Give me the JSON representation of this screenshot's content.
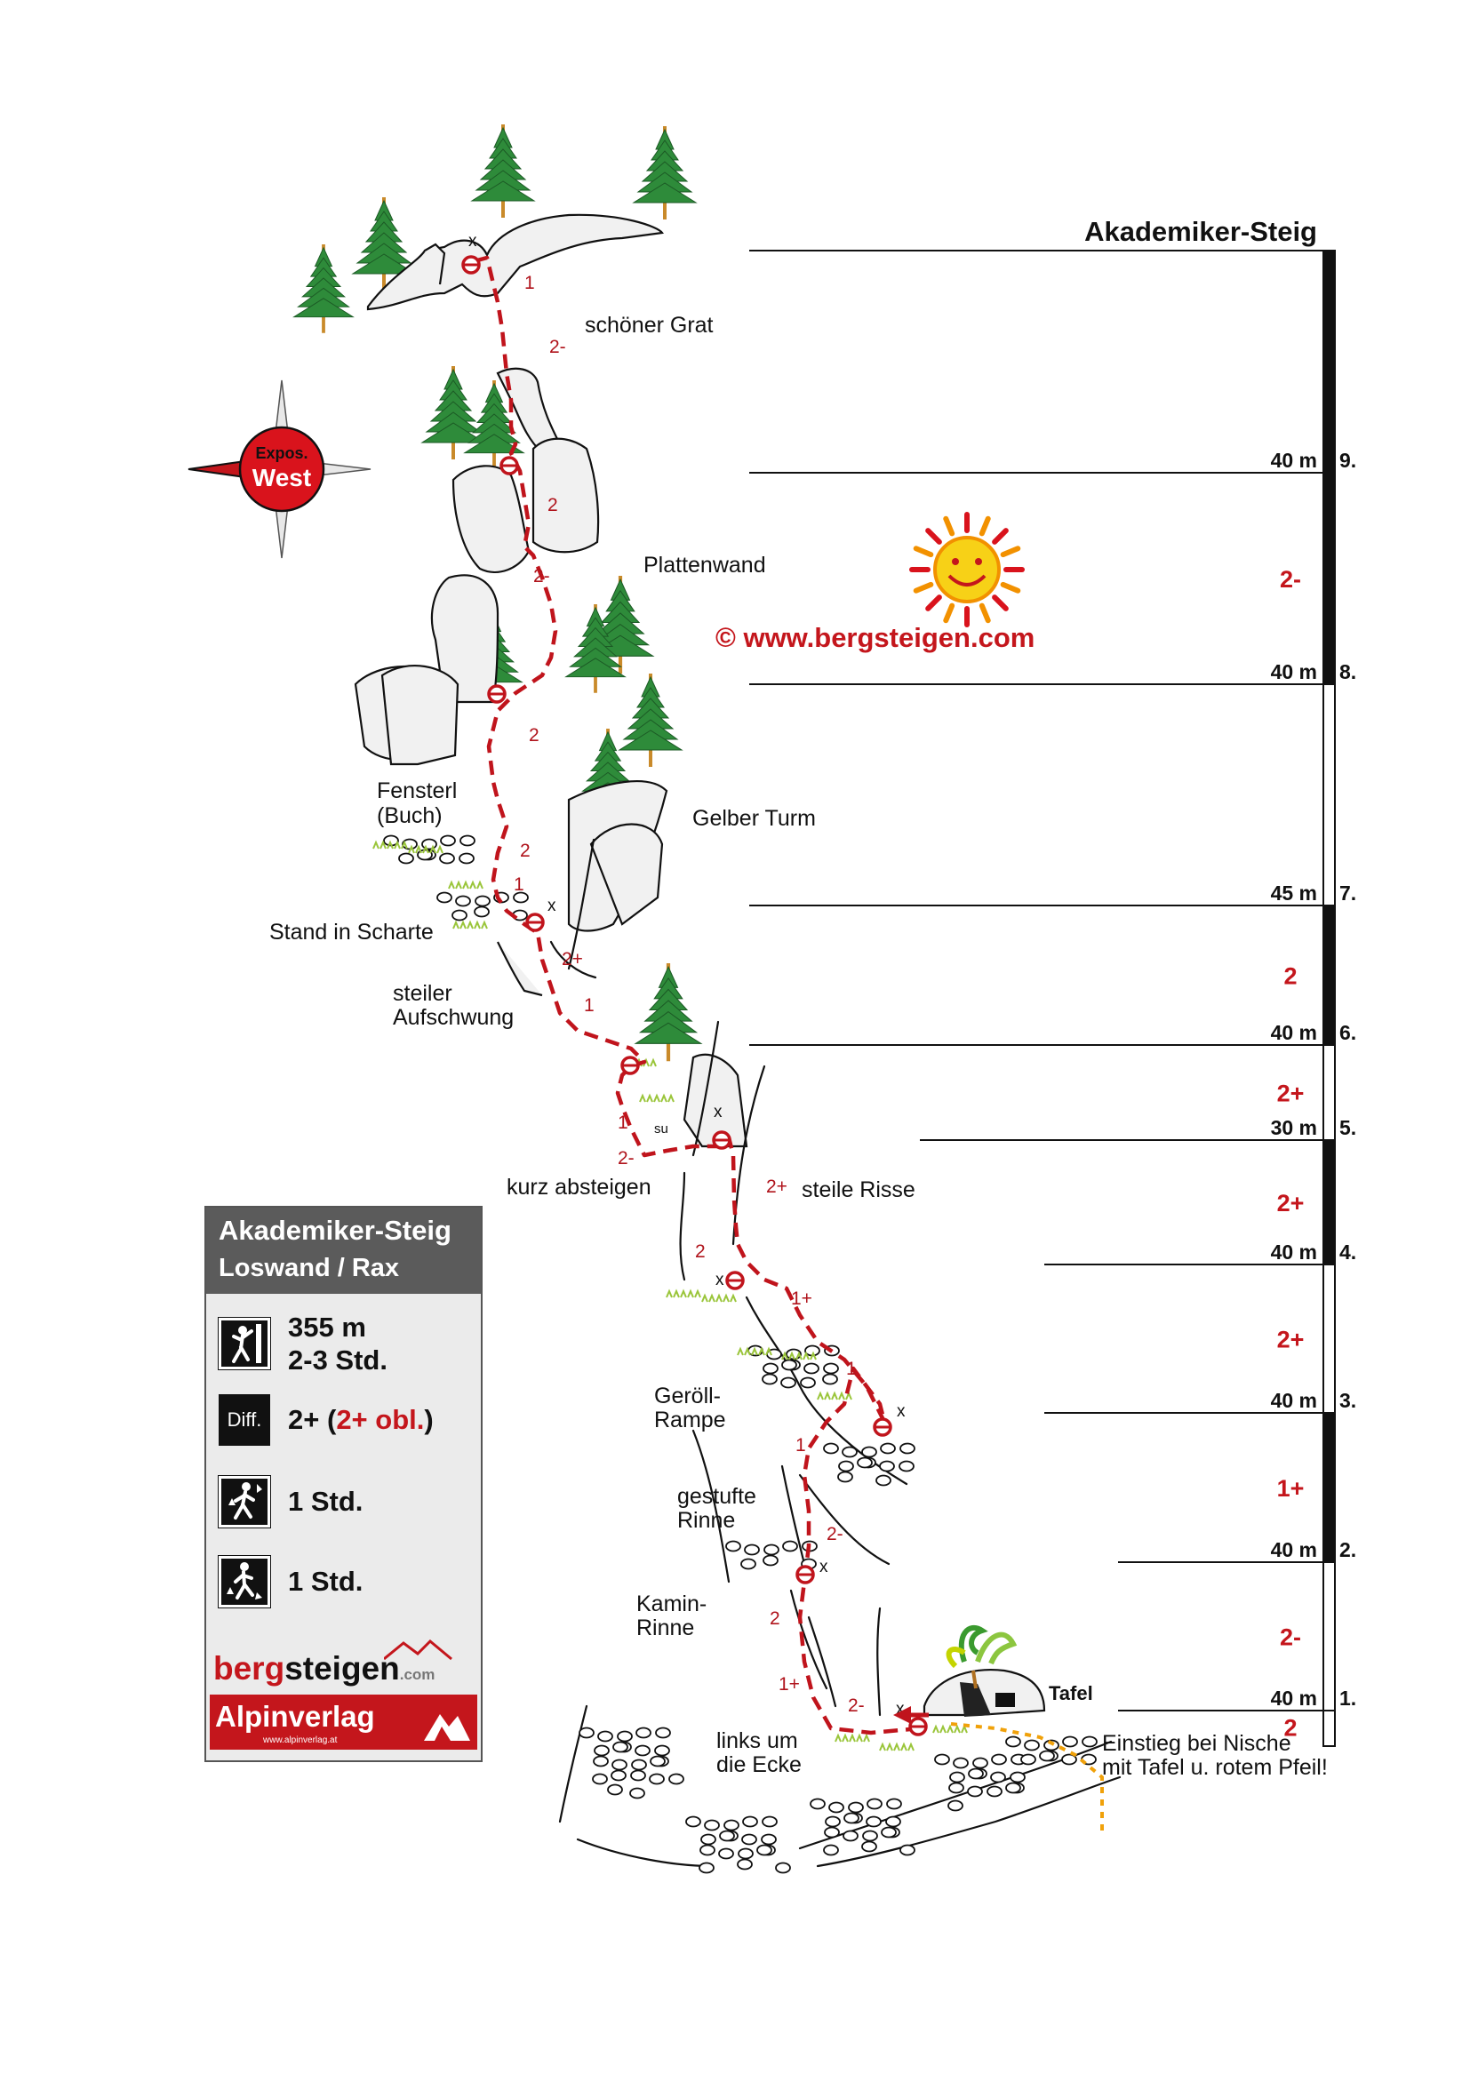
{
  "route_name": "Akademiker-Steig",
  "copyright": "© www.bergsteigen.com",
  "exposure": {
    "label": "Expos.",
    "value": "West"
  },
  "features": {
    "grat": "schöner Grat",
    "plattenwand": "Plattenwand",
    "fensterl_1": "Fensterl",
    "fensterl_2": "(Buch)",
    "gelber_turm": "Gelber Turm",
    "scharte": "Stand in Scharte",
    "aufschwung_1": "steiler",
    "aufschwung_2": "Aufschwung",
    "absteigen": "kurz absteigen",
    "risse": "steile Risse",
    "rampe_1": "Geröll-",
    "rampe_2": "Rampe",
    "rinne_1": "gestufte",
    "rinne_2": "Rinne",
    "kamin_1": "Kamin-",
    "kamin_2": "Rinne",
    "ecke_1": "links um",
    "ecke_2": "die Ecke",
    "tafel": "Tafel",
    "einstieg_1": "Einstieg bei Nische",
    "einstieg_2": "mit Tafel u. rotem Pfeil!",
    "su": "su"
  },
  "pitches": [
    {
      "number": "1.",
      "length": "40 m",
      "grade": "2"
    },
    {
      "number": "2.",
      "length": "40 m",
      "grade": "2-"
    },
    {
      "number": "3.",
      "length": "40 m",
      "grade": "1+"
    },
    {
      "number": "4.",
      "length": "40 m",
      "grade": "2+"
    },
    {
      "number": "5.",
      "length": "30 m",
      "grade": "2+"
    },
    {
      "number": "6.",
      "length": "40 m",
      "grade": "2+"
    },
    {
      "number": "7.",
      "length": "45 m",
      "grade": "2"
    },
    {
      "number": "8.",
      "length": "40 m",
      "grade": ""
    },
    {
      "number": "9.",
      "length": "40 m",
      "grade": "2-"
    }
  ],
  "route_grades": [
    "1",
    "2-",
    "2",
    "2-",
    "2",
    "2",
    "1",
    "2+",
    "1",
    "1",
    "2-",
    "2+",
    "2",
    "1+",
    "1",
    "1",
    "2-",
    "2",
    "1+",
    "2-"
  ],
  "belay_marks": [
    "x",
    "x",
    "x",
    "x",
    "x",
    "x",
    "x"
  ],
  "info": {
    "title": "Akademiker-Steig",
    "subtitle": "Loswand / Rax",
    "length": "355 m",
    "time": "2-3 Std.",
    "diff_label": "Diff.",
    "diff_value": "2+",
    "diff_obl_open": "(",
    "diff_obl": "2+ obl.",
    "diff_obl_close": ")",
    "approach": "1 Std.",
    "descent": "1 Std.",
    "logo1_a": "berg",
    "logo1_b": "steigen",
    "logo1_c": ".com",
    "logo2": "Alpinverlag",
    "logo2_url": "www.alpinverlag.at"
  },
  "colors": {
    "route": "#c0141c",
    "grade": "#c4161c",
    "grass": "#9ac53a",
    "tree": "#2e8b3a",
    "einstieg_path": "#f0a10a"
  }
}
